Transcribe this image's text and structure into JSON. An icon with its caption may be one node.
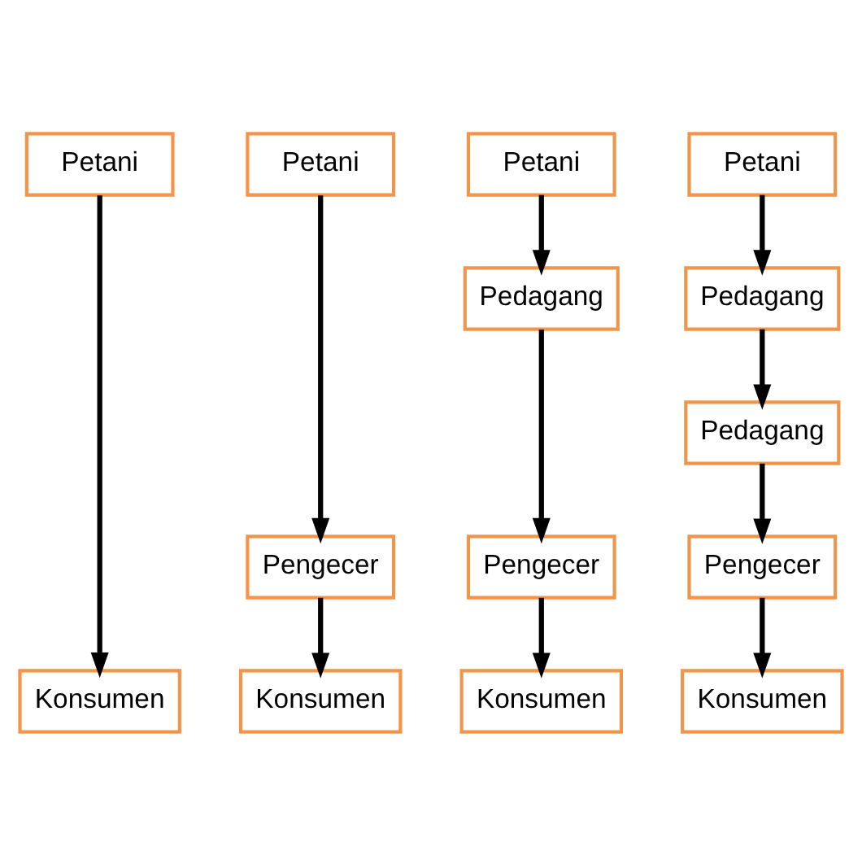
{
  "diagram": {
    "nodes": [
      {
        "text": [
          "Petani"
        ]
      },
      {
        "text": [
          "Petani"
        ]
      },
      {
        "text": [
          "Petani"
        ]
      },
      {
        "text": [
          "Petani"
        ]
      },
      {
        "text": [
          "Pedagang"
        ]
      },
      {
        "text": [
          "Pedagang"
        ]
      },
      {
        "text": [
          "Pedagang"
        ]
      },
      {
        "text": [
          "Pengecer"
        ]
      },
      {
        "text": [
          "Pengecer"
        ]
      },
      {
        "text": [
          "Pengecer"
        ]
      },
      {
        "text": [
          "Konsumen"
        ]
      },
      {
        "text": [
          "Konsumen"
        ]
      },
      {
        "text": [
          "Konsumen"
        ]
      },
      {
        "text": [
          "Konsumen"
        ]
      }
    ],
    "edges": [
      {
        "from": 0,
        "to": 10,
        "arrow": "to"
      },
      {
        "from": 1,
        "to": 7,
        "arrow": "to"
      },
      {
        "from": 7,
        "to": 11,
        "arrow": "to"
      },
      {
        "from": 2,
        "to": 4,
        "arrow": "to"
      },
      {
        "from": 4,
        "to": 8,
        "arrow": "to"
      },
      {
        "from": 8,
        "to": 12,
        "arrow": "to"
      },
      {
        "from": 3,
        "to": 5,
        "arrow": "to"
      },
      {
        "from": 5,
        "to": 6,
        "arrow": "to"
      },
      {
        "from": 6,
        "to": 9,
        "arrow": "to"
      },
      {
        "from": 9,
        "to": 13,
        "arrow": "to"
      }
    ]
  }
}
